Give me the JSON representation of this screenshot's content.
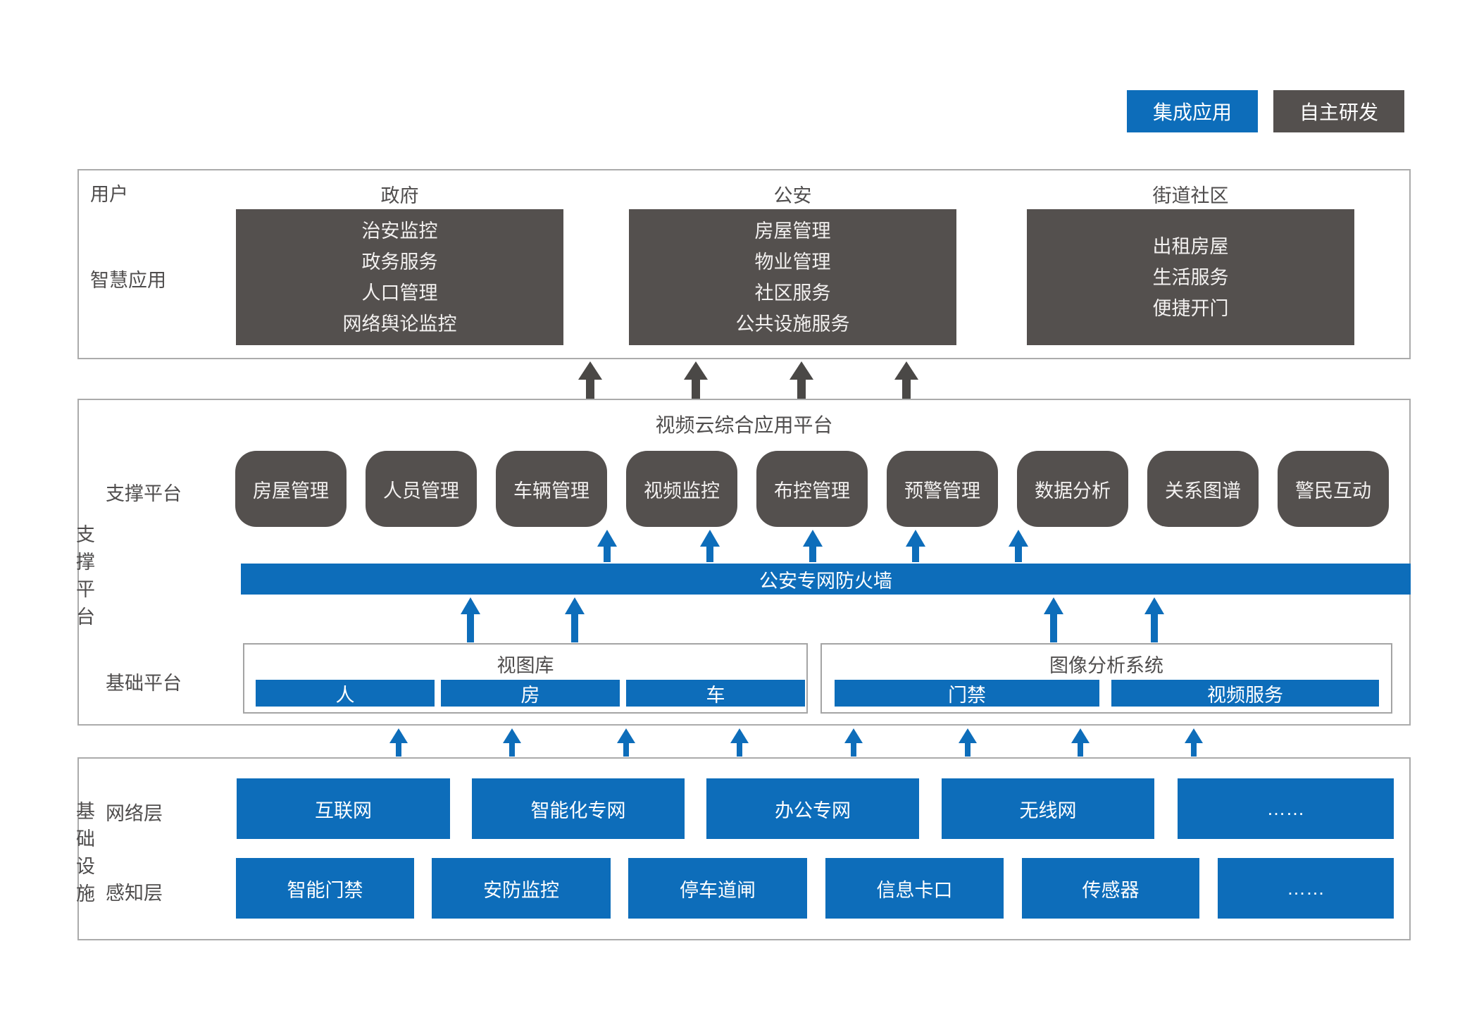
{
  "colors": {
    "blue": "#0d6dba",
    "dark_gray": "#54504e",
    "border_gray": "#ababab",
    "arrow_dark": "#4a4846",
    "text_gray": "#4f4d4d"
  },
  "legend": {
    "integrated": "集成应用",
    "self_developed": "自主研发"
  },
  "application": {
    "user_label": "用户",
    "smart_app_label": "智慧应用",
    "groups": [
      {
        "header": "政府",
        "items": [
          "治安监控",
          "政务服务",
          "人口管理",
          "网络舆论监控"
        ]
      },
      {
        "header": "公安",
        "items": [
          "房屋管理",
          "物业管理",
          "社区服务",
          "公共设施服务"
        ]
      },
      {
        "header": "街道社区",
        "items": [
          "出租房屋",
          "生活服务",
          "便捷开门"
        ]
      }
    ]
  },
  "platform": {
    "side_label": "支撑平台",
    "title": "视频云综合应用平台",
    "support_row_label": "支撑平台",
    "support_modules": [
      "房屋管理",
      "人员管理",
      "车辆管理",
      "视频监控",
      "布控管理",
      "预警管理",
      "数据分析",
      "关系图谱",
      "警民互动"
    ],
    "firewall": "公安专网防火墙",
    "base_row_label": "基础平台",
    "base_groups": [
      {
        "title": "视图库",
        "items": [
          "人",
          "房",
          "车"
        ]
      },
      {
        "title": "图像分析系统",
        "items": [
          "门禁",
          "视频服务"
        ]
      }
    ]
  },
  "infrastructure": {
    "side_label": "基础设施",
    "network_row_label": "网络层",
    "network_items": [
      "互联网",
      "智能化专网",
      "办公专网",
      "无线网",
      "……"
    ],
    "sense_row_label": "感知层",
    "sense_items": [
      "智能门禁",
      "安防监控",
      "停车道闸",
      "信息卡口",
      "传感器",
      "……"
    ]
  }
}
